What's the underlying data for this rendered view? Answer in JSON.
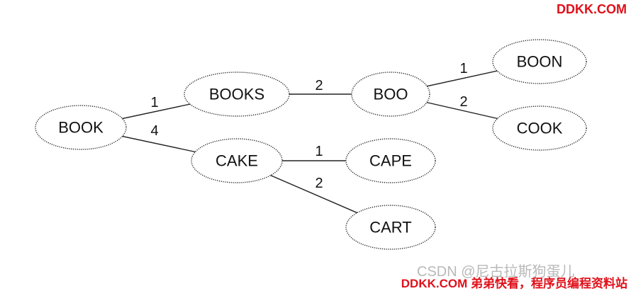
{
  "watermarks": {
    "top_right": "DDKK.COM",
    "csdn": "CSDN @尼古拉斯狗蛋儿",
    "bottom_right": "DDKK.COM 弟弟快看，程序员编程资料站",
    "color": "#e0101a"
  },
  "diagram": {
    "nodes": [
      {
        "id": "book",
        "label": "BOOK"
      },
      {
        "id": "books",
        "label": "BOOKS"
      },
      {
        "id": "cake",
        "label": "CAKE"
      },
      {
        "id": "boo",
        "label": "BOO"
      },
      {
        "id": "boon",
        "label": "BOON"
      },
      {
        "id": "cook",
        "label": "COOK"
      },
      {
        "id": "cape",
        "label": "CAPE"
      },
      {
        "id": "cart",
        "label": "CART"
      }
    ],
    "edges": [
      {
        "from": "book",
        "to": "books",
        "label": "1"
      },
      {
        "from": "book",
        "to": "cake",
        "label": "4"
      },
      {
        "from": "books",
        "to": "boo",
        "label": "2"
      },
      {
        "from": "boo",
        "to": "boon",
        "label": "1"
      },
      {
        "from": "boo",
        "to": "cook",
        "label": "2"
      },
      {
        "from": "cake",
        "to": "cape",
        "label": "1"
      },
      {
        "from": "cake",
        "to": "cart",
        "label": "2"
      }
    ]
  }
}
